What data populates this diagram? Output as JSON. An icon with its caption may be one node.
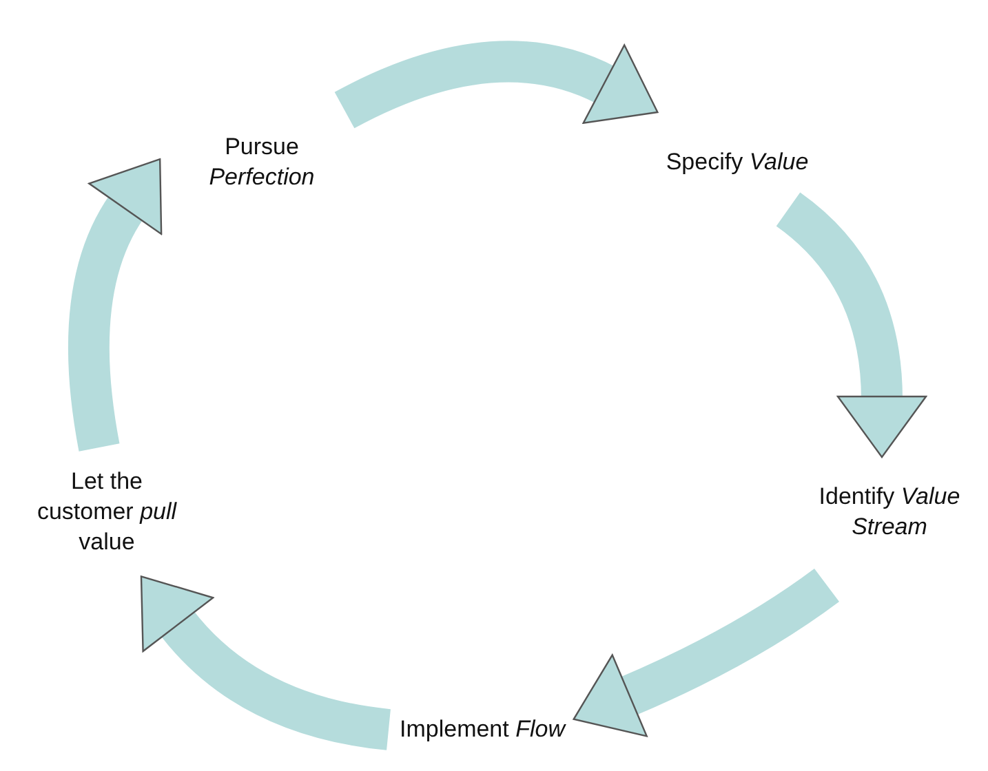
{
  "diagram": {
    "nodes": [
      {
        "text": [
          "Pursue *Perfection*"
        ]
      },
      {
        "text": [
          "Specify *Value*"
        ]
      },
      {
        "text": [
          "Identify *Value Stream*"
        ]
      },
      {
        "text": [
          "Implement *Flow*"
        ]
      },
      {
        "text": [
          "Let the customer *pull* value"
        ]
      }
    ],
    "edges": [
      {
        "from": 0,
        "to": 1,
        "arrow": "to"
      },
      {
        "from": 1,
        "to": 2,
        "arrow": "to"
      },
      {
        "from": 2,
        "to": 3,
        "arrow": "to"
      },
      {
        "from": 3,
        "to": 4,
        "arrow": "to"
      },
      {
        "from": 4,
        "to": 0,
        "arrow": "to"
      }
    ]
  }
}
